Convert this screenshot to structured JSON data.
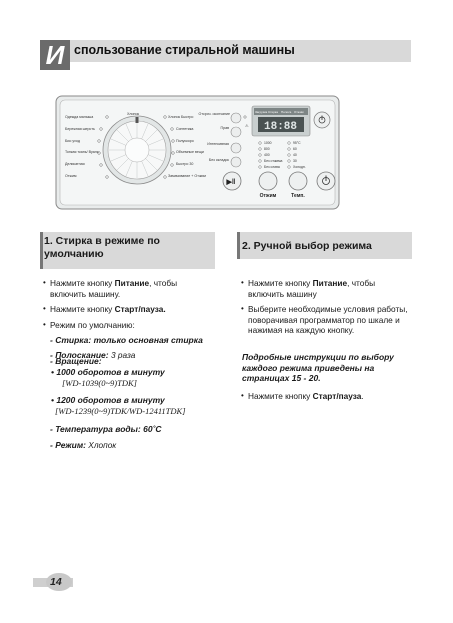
{
  "header": {
    "initial": "И",
    "title": "спользование стиральной машины"
  },
  "panel": {
    "dial_left_labels": [
      "Одежда малыша",
      "Бережная шерсть",
      "Био уход",
      "Тонкая ткань/ Вуаль",
      "Деликатная",
      "Отжим"
    ],
    "dial_top_label": "Хлопок",
    "dial_right_labels": [
      "Хлопок Быстро",
      "Синтетика",
      "Полускоро",
      "Объемные вещи",
      "Быстро 30",
      "Замачивание + Отжим"
    ],
    "option_labels": [
      "Отсроч. окончание",
      "Прав",
      "Интенсивная",
      "Без складок"
    ],
    "display_tabs": [
      "Загрузка",
      "Стирка",
      "Полоск.",
      "Отжим"
    ],
    "display_digits": "18:88",
    "spin_options": [
      "1000",
      "800",
      "400",
      "Без отжима",
      "Без слива"
    ],
    "temp_options": [
      "95°C",
      "60",
      "40",
      "30",
      "Холодн."
    ],
    "btn_labels": [
      "Отжим",
      "Темп."
    ]
  },
  "section1": {
    "title": "1. Стирка в режиме по умолчанию",
    "bullet1_pre": "Нажмите кнопку ",
    "bullet1_bold": "Питание",
    "bullet1_post": ", чтобы включить машину.",
    "bullet2_pre": "Нажмите кнопку ",
    "bullet2_bold": "Старт/пауза.",
    "bullet3": "Режим по умолчанию:",
    "d1": "- Стирка: только основная стирка",
    "d2_bold": "- Полоскание: ",
    "d2_val": "3 раза",
    "d3": "- Вращение:",
    "d4": "• 1000 оборотов в минуту",
    "d4_model": "[WD-1039(0~9)TDK]",
    "d5": "• 1200 оборотов в минуту",
    "d5_model": "[WD-1239(0~9)TDK/WD-12411TDK]",
    "d6": "- Температура воды: 60˚C",
    "d7_bold": "- Режим: ",
    "d7_val": "Хлопок"
  },
  "section2": {
    "title": "2. Ручной выбор режима",
    "bullet1_pre": "Нажмите кнопку ",
    "bullet1_bold": "Питание",
    "bullet1_post": ", чтобы включить машину",
    "bullet2": "Выберите необходимые условия работы, поворачивая программатор по шкале и нажимая на каждую кнопку.",
    "note": "Подробные инструкции по выбору каждого режима приведены на страницах 15 - 20.",
    "bullet3_pre": "Нажмите кнопку ",
    "bullet3_bold": "Старт/пауза",
    "bullet3_post": "."
  },
  "page_number": "14"
}
